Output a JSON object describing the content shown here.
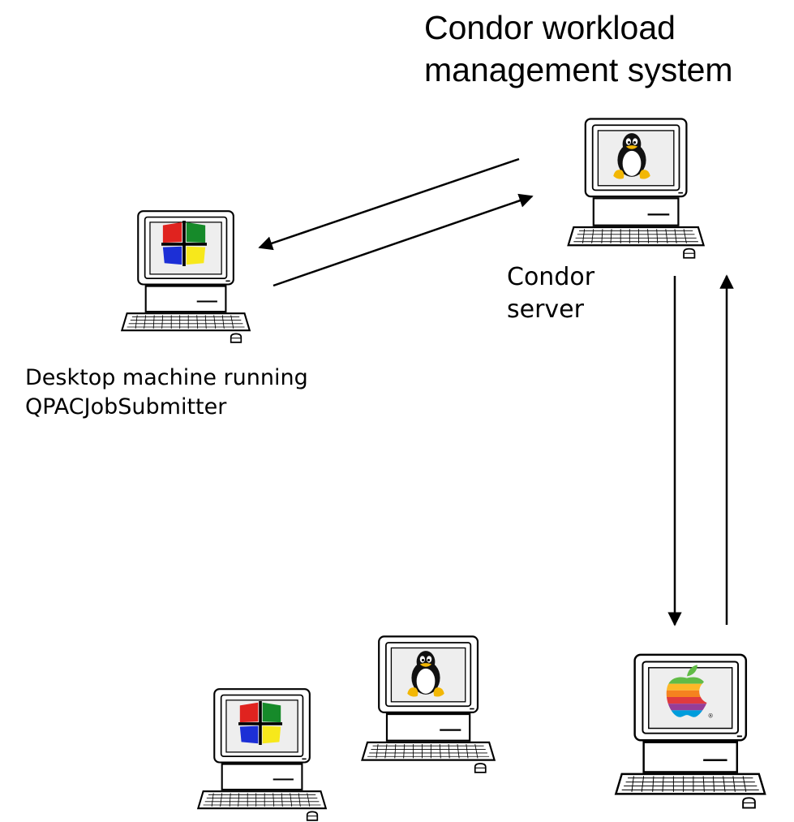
{
  "title": {
    "line1": "Condor workload",
    "line2": "management system"
  },
  "server_label": {
    "line1": "Condor",
    "line2": "server"
  },
  "desktop_label": {
    "line1": "Desktop machine running",
    "line2": "QPACJobSubmitter"
  },
  "computers": [
    {
      "role": "condor-server",
      "screen_icon": "linux-tux-icon"
    },
    {
      "role": "desktop-submitter",
      "screen_icon": "windows-logo-icon"
    },
    {
      "role": "pool-node",
      "screen_icon": "windows-logo-icon"
    },
    {
      "role": "pool-node",
      "screen_icon": "linux-tux-icon"
    },
    {
      "role": "pool-node",
      "screen_icon": "apple-logo-icon"
    }
  ],
  "colors": {
    "windows_red": "#e0231f",
    "windows_green": "#168a2a",
    "windows_blue": "#1c2fd6",
    "windows_yellow": "#f7e81b",
    "apple_green": "#61bb46",
    "apple_yellow": "#fdb827",
    "apple_orange": "#f5821f",
    "apple_red": "#e03a3e",
    "apple_purple": "#963d97",
    "apple_blue": "#009ddc",
    "tux_beak": "#f2b705"
  }
}
